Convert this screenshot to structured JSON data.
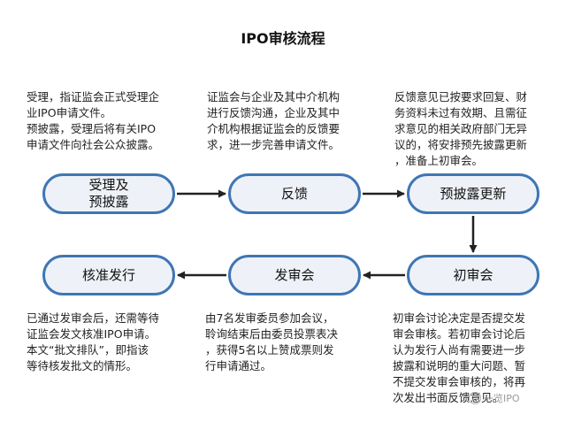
{
  "title": "IPO审核流程",
  "nodes": {
    "accept": "受理及\n预披露",
    "feedback": "反馈",
    "pre_disclosure_update": "预披露更新",
    "first_review": "初审会",
    "issuance_committee": "发审会",
    "approval": "核准发行"
  },
  "descriptions": {
    "accept": "受理，指证监会正式受理企\n业IPO申请文件。\n预披露，受理后将有关IPO\n申请文件向社会公众披露。",
    "feedback": "证监会与企业及其中介机构\n进行反馈沟通，企业及其中\n介机构根据证监会的反馈要\n求，进一步完善申请文件。",
    "pre_disclosure_update": "反馈意见已按要求回复、财\n务资料未过有效期、且需征\n求意见的相关政府部门无异\n议的，将安排预先披露更新\n，准备上初审会。",
    "approval": "已通过发审会后，还需等待\n证监会发文核准IPO申请。\n本文“批文排队”，即指该\n等待核发批文的情形。",
    "issuance_committee": "由7名发审委员参加会议，\n聆询结束后由委员投票表决\n，获得5名以上赞成票则发\n行申请通过。",
    "first_review": "初审会讨论决定是否提交发\n审会审核。若初审会讨论后\n认为发行人尚有需要进一步\n披露和说明的重大问题、暂\n不提交发审会审核的，将再\n次发出书面反馈意见。"
  },
  "watermark": "一览IPO",
  "colors": {
    "node_border": "#3f76b4",
    "node_fill": "#eef2f8",
    "arrow": "#222222"
  }
}
